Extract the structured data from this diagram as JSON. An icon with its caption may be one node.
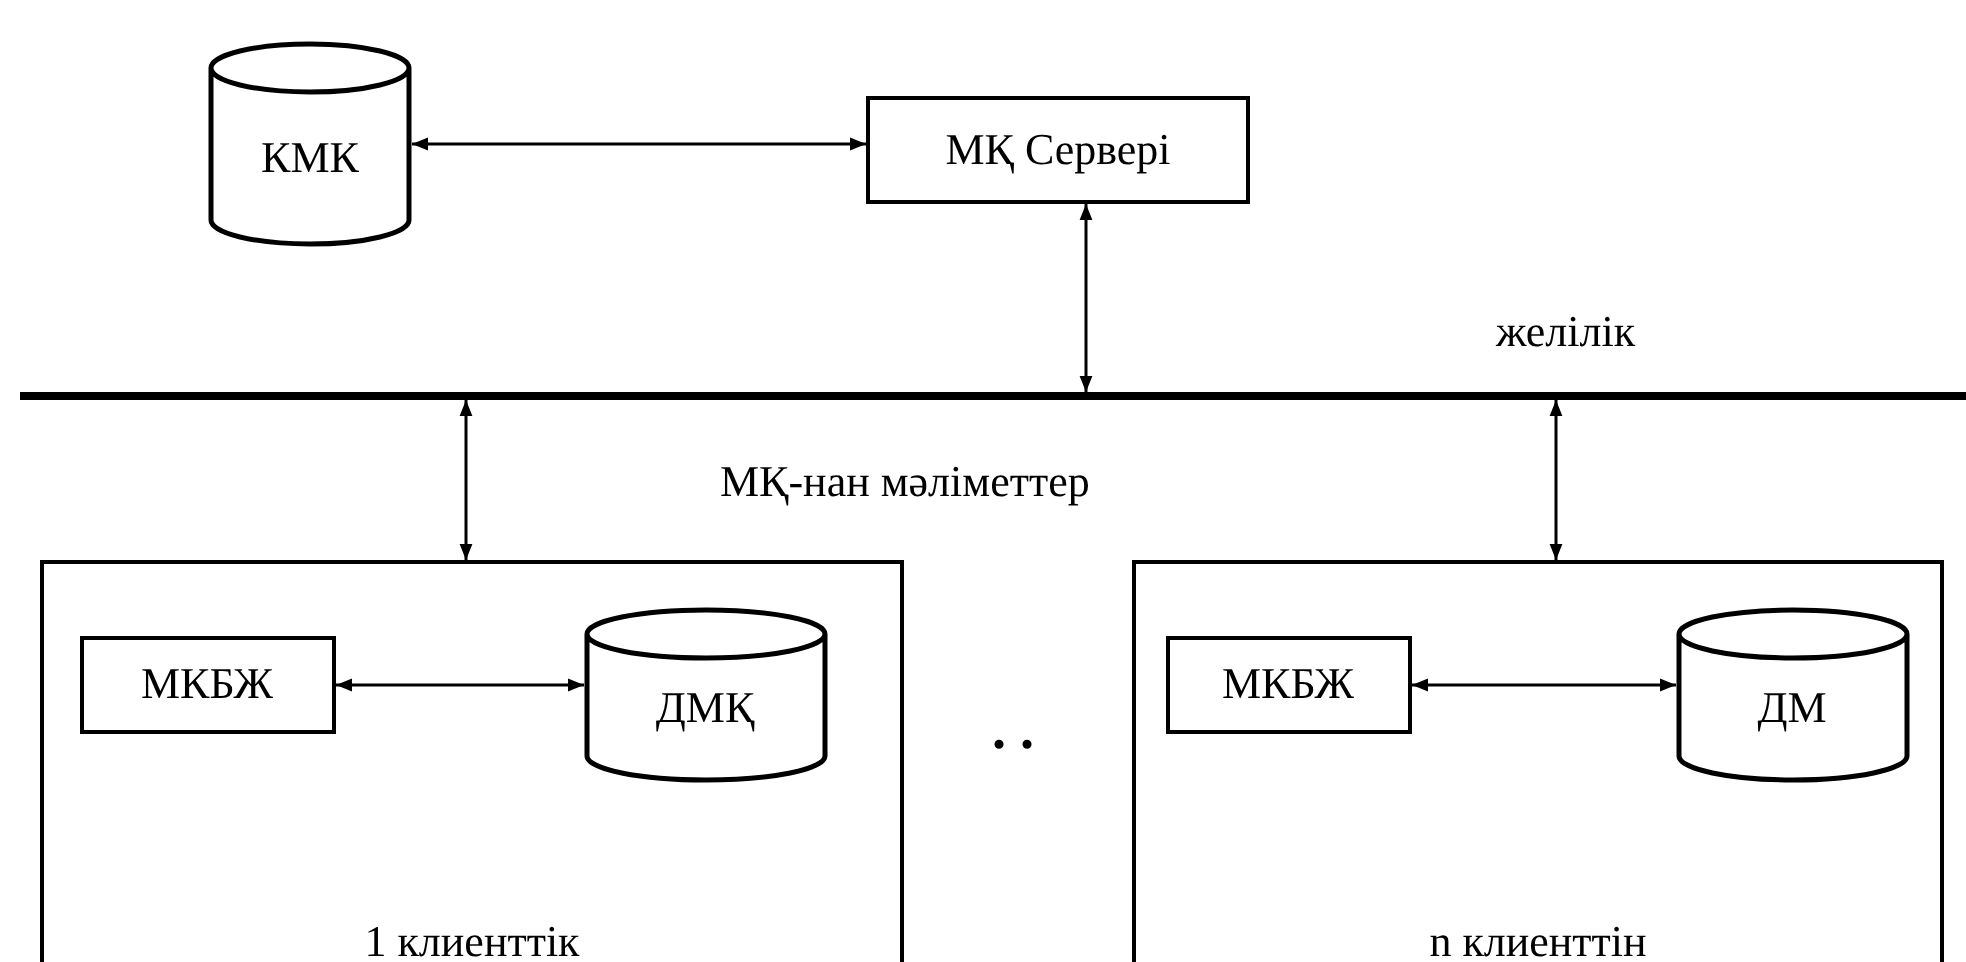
{
  "diagram": {
    "nodes": [
      {
        "text": [
          "КМК"
        ]
      },
      {
        "text": [
          "МҚ Сервері"
        ]
      },
      {
        "text": [],
        "shape": "bar",
        "beside": [
          "желілік"
        ]
      },
      {
        "text": [
          "1 клиенттік"
        ]
      },
      {
        "text": [
          "МКБЖ"
        ],
        "in": 3
      },
      {
        "text": [
          "ДМҚ"
        ],
        "in": 3
      },
      {
        "text": [
          "n клиенттін"
        ]
      },
      {
        "text": [
          "МКБЖ"
        ],
        "in": 6
      },
      {
        "text": [
          "ДМ"
        ],
        "in": 6
      }
    ],
    "edges": [
      {
        "from": 0,
        "to": 1,
        "arrow": "both"
      },
      {
        "from": 1,
        "to": 2,
        "arrow": "both"
      },
      {
        "from": 2,
        "to": 3,
        "arrow": "both"
      },
      {
        "from": 2,
        "to": 6,
        "arrow": "both"
      },
      {
        "from": 4,
        "to": 5,
        "arrow": "both"
      },
      {
        "from": 7,
        "to": 8,
        "arrow": "both"
      }
    ],
    "labels": [
      "МҚ-нан мәліметтер",
      ". ."
    ]
  }
}
